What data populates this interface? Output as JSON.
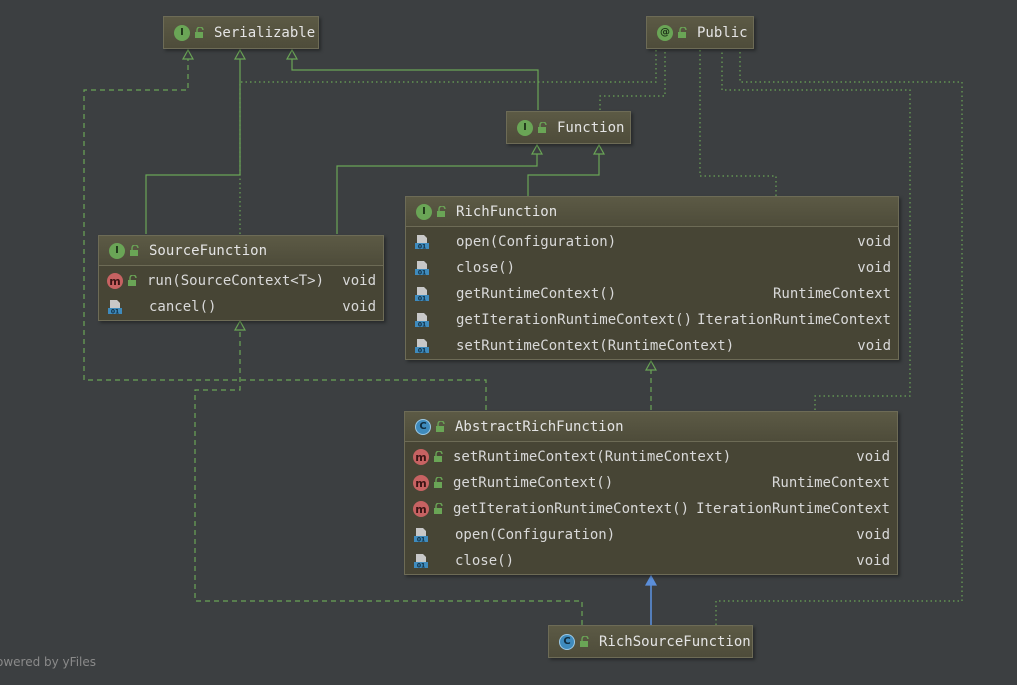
{
  "nodes": {
    "serializable": {
      "title": "Serializable",
      "kind": "interface",
      "badge": "I"
    },
    "public": {
      "title": "Public",
      "kind": "annotation",
      "badge": "@"
    },
    "function": {
      "title": "Function",
      "kind": "interface",
      "badge": "I"
    },
    "rich_function": {
      "title": "RichFunction",
      "kind": "interface",
      "badge": "I",
      "members": [
        {
          "icon": "abstract-method-icon",
          "name": "open(Configuration)",
          "type": "void"
        },
        {
          "icon": "abstract-method-icon",
          "name": "close()",
          "type": "void"
        },
        {
          "icon": "abstract-method-icon",
          "name": "getRuntimeContext()",
          "type": "RuntimeContext"
        },
        {
          "icon": "abstract-method-icon",
          "name": "getIterationRuntimeContext()",
          "type": "IterationRuntimeContext"
        },
        {
          "icon": "abstract-method-icon",
          "name": "setRuntimeContext(RuntimeContext)",
          "type": "void"
        }
      ]
    },
    "source_function": {
      "title": "SourceFunction",
      "kind": "interface",
      "badge": "I",
      "members": [
        {
          "icon": "method-icon",
          "name": "run(SourceContext<T>)",
          "type": "void"
        },
        {
          "icon": "abstract-method-icon",
          "name": "cancel()",
          "type": "void"
        }
      ]
    },
    "abstract_rich_function": {
      "title": "AbstractRichFunction",
      "kind": "class",
      "badge": "C",
      "members": [
        {
          "icon": "method-icon",
          "name": "setRuntimeContext(RuntimeContext)",
          "type": "void"
        },
        {
          "icon": "method-icon",
          "name": "getRuntimeContext()",
          "type": "RuntimeContext"
        },
        {
          "icon": "method-icon",
          "name": "getIterationRuntimeContext()",
          "type": "IterationRuntimeContext"
        },
        {
          "icon": "abstract-method-icon",
          "name": "open(Configuration)",
          "type": "void"
        },
        {
          "icon": "abstract-method-icon",
          "name": "close()",
          "type": "void"
        }
      ]
    },
    "rich_source_function": {
      "title": "RichSourceFunction",
      "kind": "class",
      "badge": "C"
    }
  },
  "method_badge_letter": "m",
  "footer": "owered by yFiles",
  "colors": {
    "background": "#3c3f41",
    "extends_edge": "#6aa556",
    "class_extends_edge": "#5b8ed9",
    "annotation_edge": "#6aa556"
  }
}
